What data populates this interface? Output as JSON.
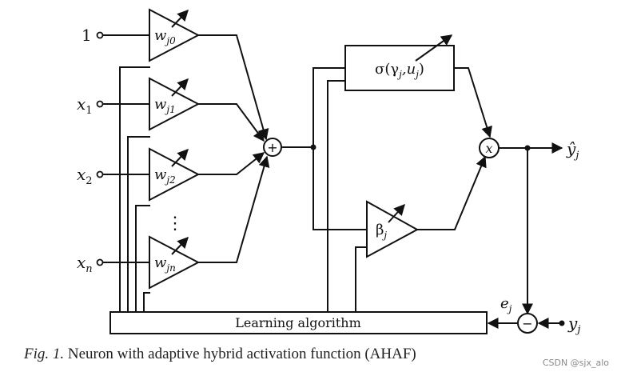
{
  "inputs": [
    {
      "main": "1",
      "sub": ""
    },
    {
      "main": "x",
      "sub": "1"
    },
    {
      "main": "x",
      "sub": "2"
    },
    {
      "main": "x",
      "sub": "n"
    }
  ],
  "weights": [
    {
      "main": "w",
      "sub": "j0"
    },
    {
      "main": "w",
      "sub": "j1"
    },
    {
      "main": "w",
      "sub": "j2"
    },
    {
      "main": "w",
      "sub": "jn"
    }
  ],
  "ellipsis": "⋮",
  "summer_symbol": "+",
  "activation_block": {
    "pre": "σ(γ",
    "sub1": "j",
    "mid": ",u",
    "sub2": "j",
    "post": ")"
  },
  "beta": {
    "main": "β",
    "sub": "j"
  },
  "multiplier_symbol": "x",
  "output": {
    "main": "ŷ",
    "sub": "j"
  },
  "error": {
    "main": "e",
    "sub": "j"
  },
  "target": {
    "main": "y",
    "sub": "j"
  },
  "comparator_symbol": "−",
  "learning_block_label": "Learning algorithm",
  "caption": {
    "figure_label": "Fig. 1.",
    "text": " Neuron with adaptive hybrid activation function (AHAF)"
  },
  "watermark": "CSDN @sjx_alo"
}
